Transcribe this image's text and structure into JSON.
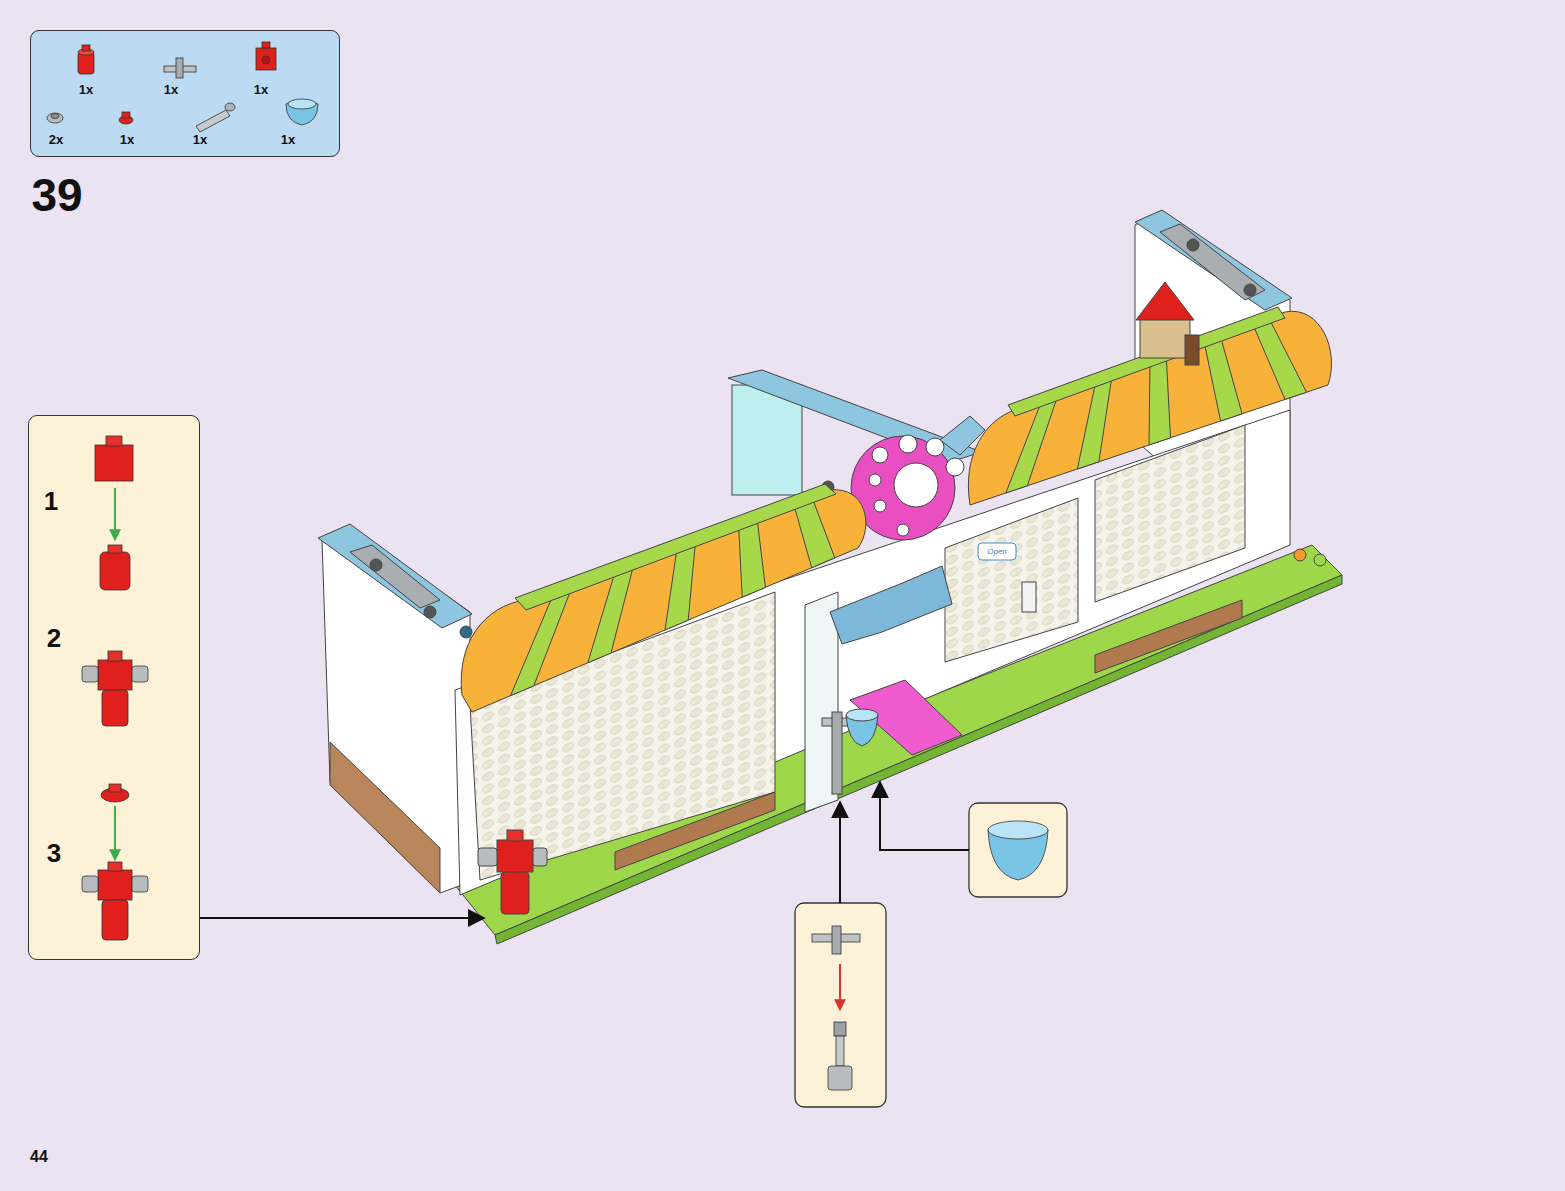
{
  "diagram": {
    "nodes": [
      {
        "text": [
          "1x",
          "1x",
          "1x",
          "2x",
          "1x",
          "1x",
          "1x"
        ]
      },
      {
        "text": [
          "1",
          "2",
          "3"
        ]
      }
    ],
    "labels": [
      "39",
      "Open",
      "44"
    ]
  }
}
